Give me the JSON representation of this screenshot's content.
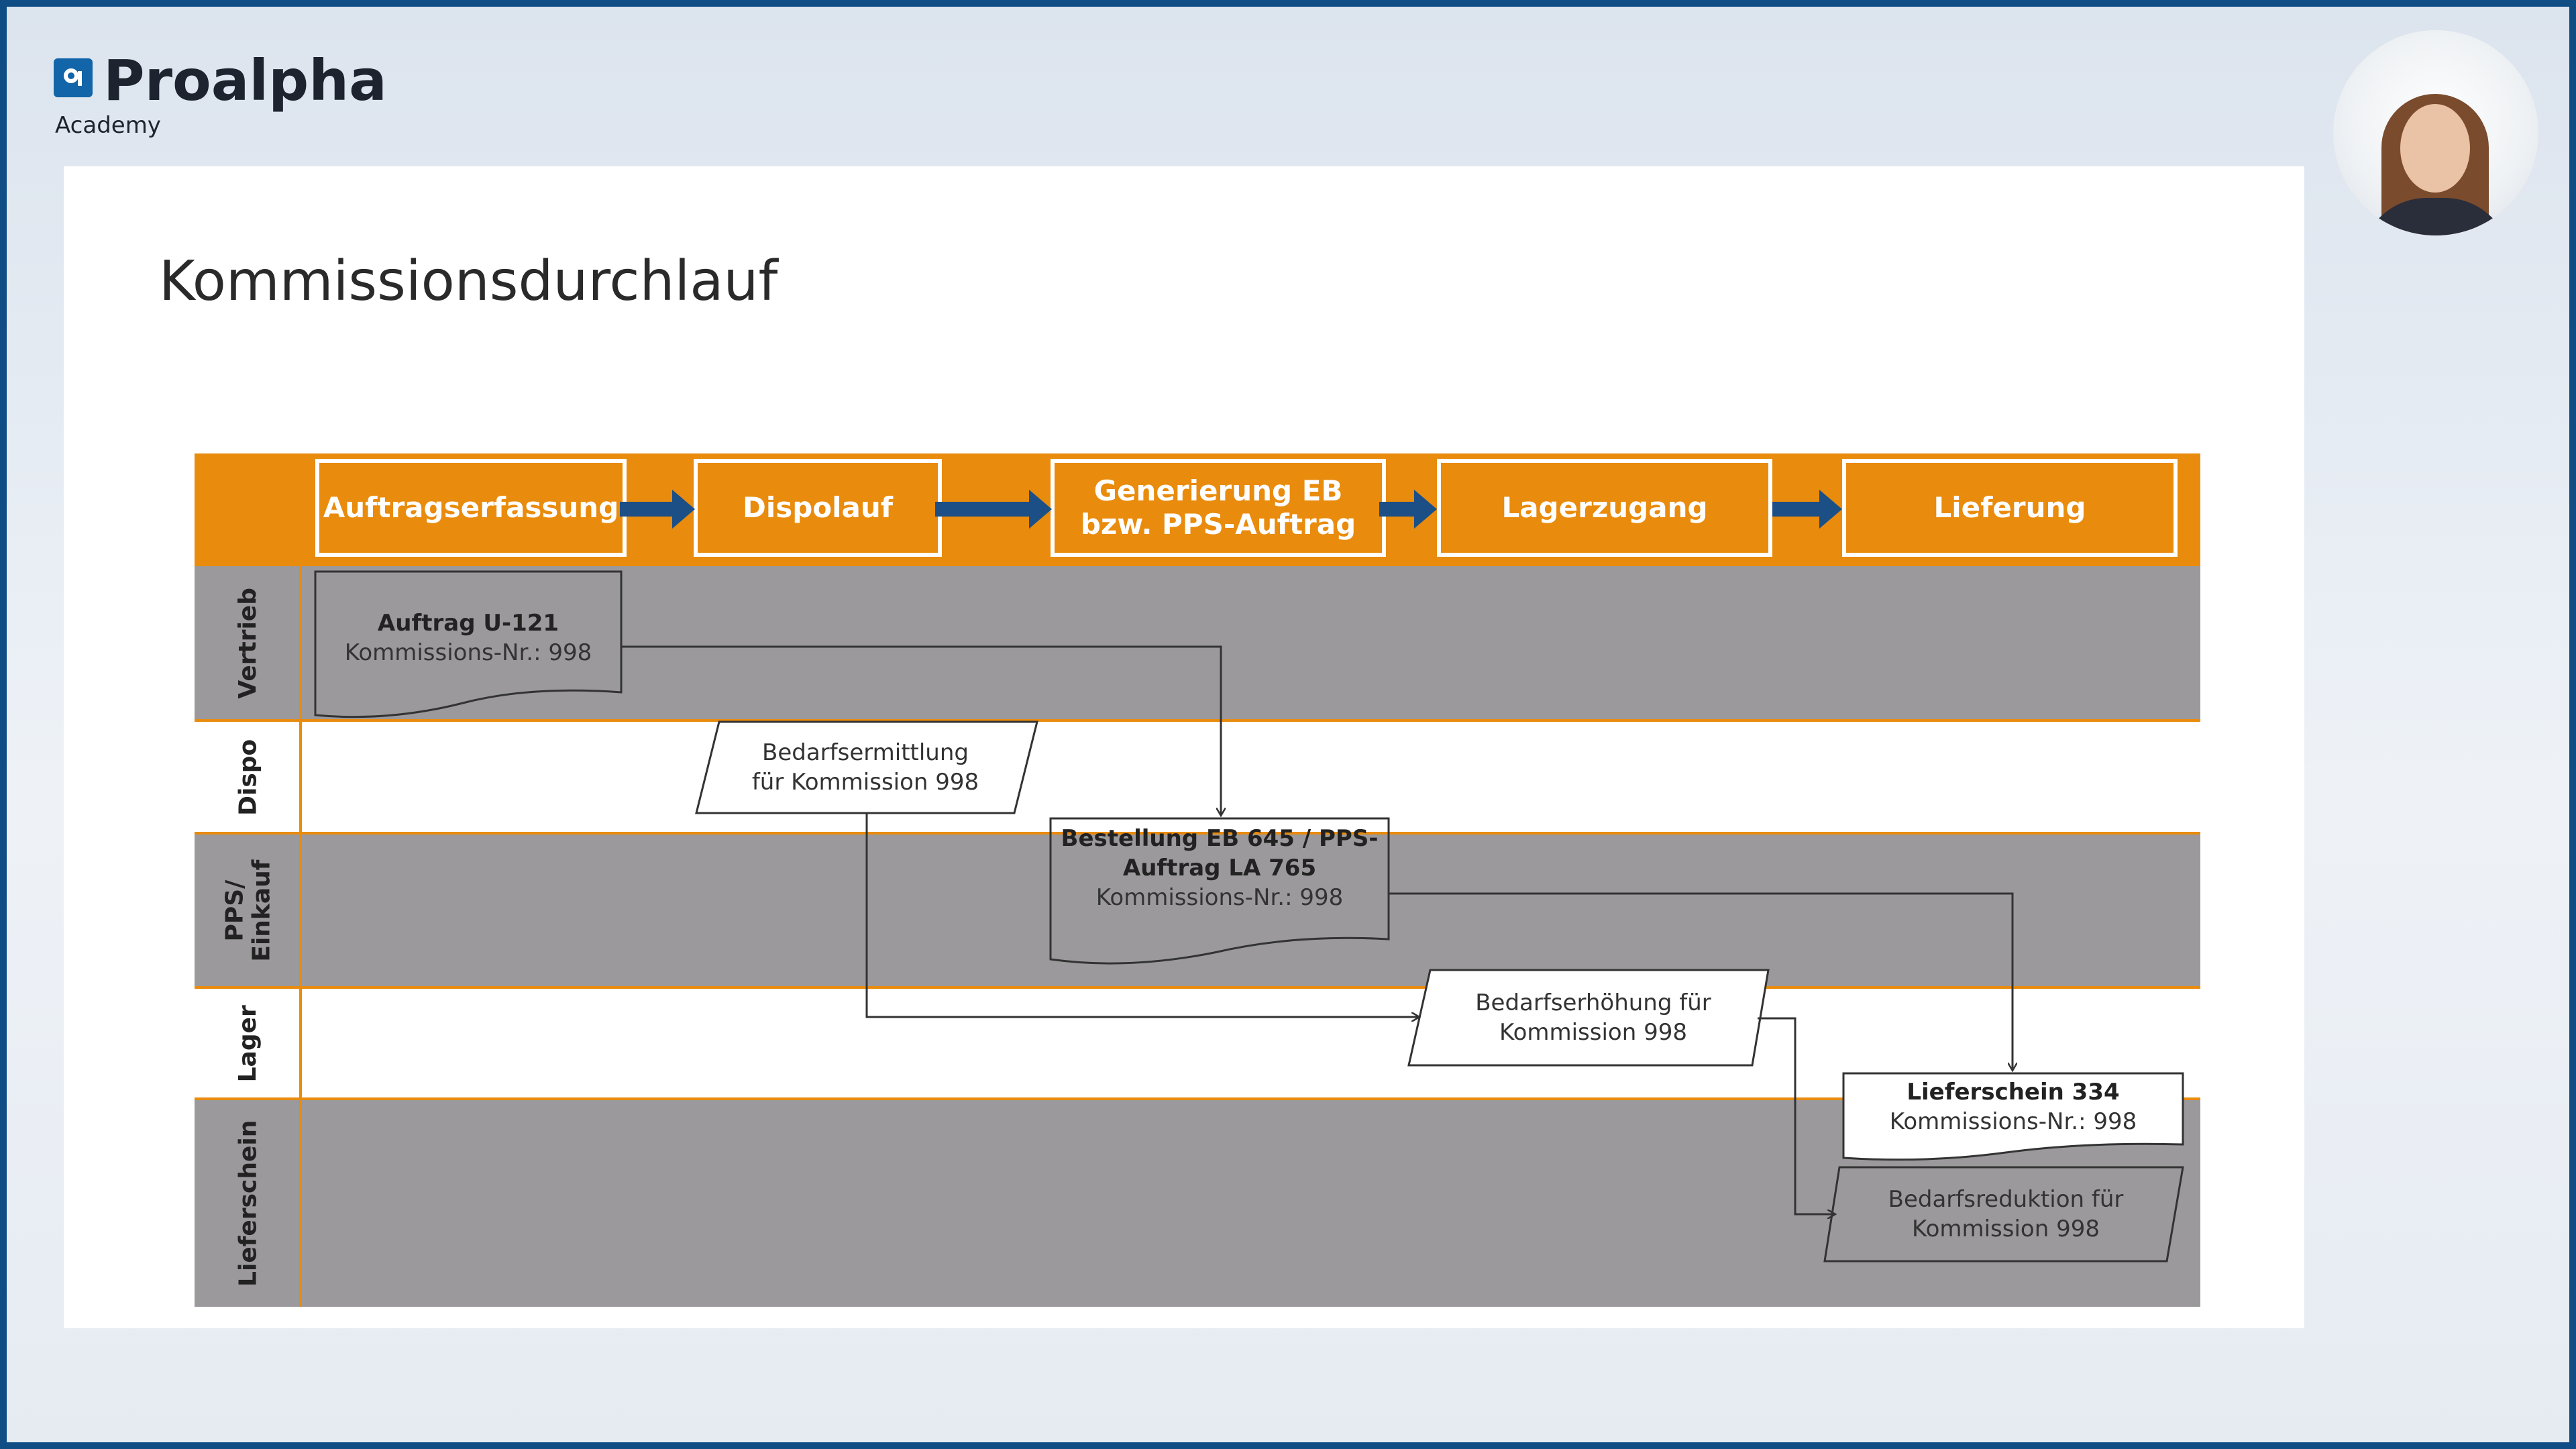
{
  "brand": {
    "name": "Proalpha",
    "sub": "Academy"
  },
  "slide": {
    "title": "Kommissionsdurchlauf",
    "phases": [
      "Auftragserfassung",
      "Dispolauf",
      "Generierung EB\nbzw. PPS-Auftrag",
      "Lagerzugang",
      "Lieferung"
    ],
    "lanes": [
      "Vertrieb",
      "Dispo",
      "PPS/\nEinkauf",
      "Lager",
      "Lieferschein"
    ],
    "nodes": {
      "auftrag": {
        "title": "Auftrag U-121",
        "sub": "Kommissions-Nr.: 998"
      },
      "bedarfsermittlung": {
        "text": "Bedarfsermittlung\nfür Kommission 998"
      },
      "bestellung": {
        "title": "Bestellung EB 645 / PPS-\nAuftrag LA 765",
        "sub": "Kommissions-Nr.: 998"
      },
      "bedarfserhoehung": {
        "text": "Bedarfserhöhung für\nKommission 998"
      },
      "lieferschein": {
        "title": "Lieferschein 334",
        "sub": "Kommissions-Nr.: 998"
      },
      "bedarfsreduktion": {
        "text": "Bedarfsreduktion für\nKommission 998"
      }
    }
  },
  "colors": {
    "accent": "#e98b0c",
    "arrow": "#1b4f86",
    "lane_gray": "#9b999c",
    "frame": "#0f4d84"
  }
}
